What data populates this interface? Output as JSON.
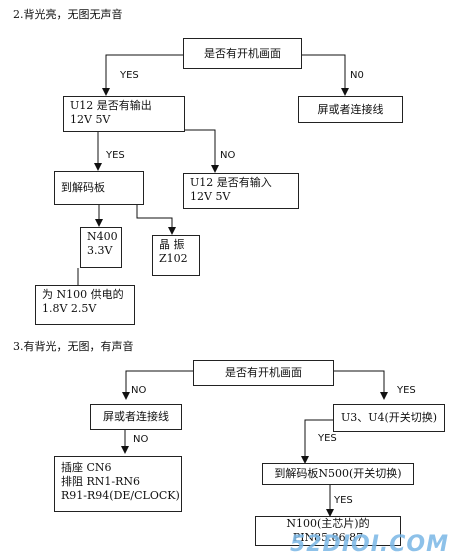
{
  "section1": {
    "heading": "2.背光亮，无图无声音",
    "start": "是否有开机画面",
    "yes1": "YES",
    "no1": "N0",
    "screen": "屏或者连接线",
    "u12_out": [
      "U12 是否有输出",
      "12V 5V"
    ],
    "yes2": "YES",
    "no2": "NO",
    "decoder": "到解码板",
    "u12_in": [
      "U12 是否有输入",
      "12V 5V"
    ],
    "n400": [
      "N400",
      "3.3V"
    ],
    "crystal": [
      "晶 振",
      "Z102"
    ],
    "n100": [
      "为 N100 供电的",
      "1.8V 2.5V"
    ]
  },
  "section2": {
    "heading": "3.有背光，无图，有声音",
    "start": "是否有开机画面",
    "no1": "NO",
    "yes1": "YES",
    "screen": "屏或者连接线",
    "no2": "NO",
    "socket": [
      "插座 CN6",
      "排阻 RN1-RN6",
      "R91-R94(DE/CLOCK)"
    ],
    "u3u4": "U3、U4(开关切换)",
    "yes2": "YES",
    "decoder": "到解码板N500(开关切换)",
    "yes3": "YES",
    "n100pin": "N100(主芯片)的PIN85.86.87"
  },
  "watermark": "52DIOI.COM"
}
